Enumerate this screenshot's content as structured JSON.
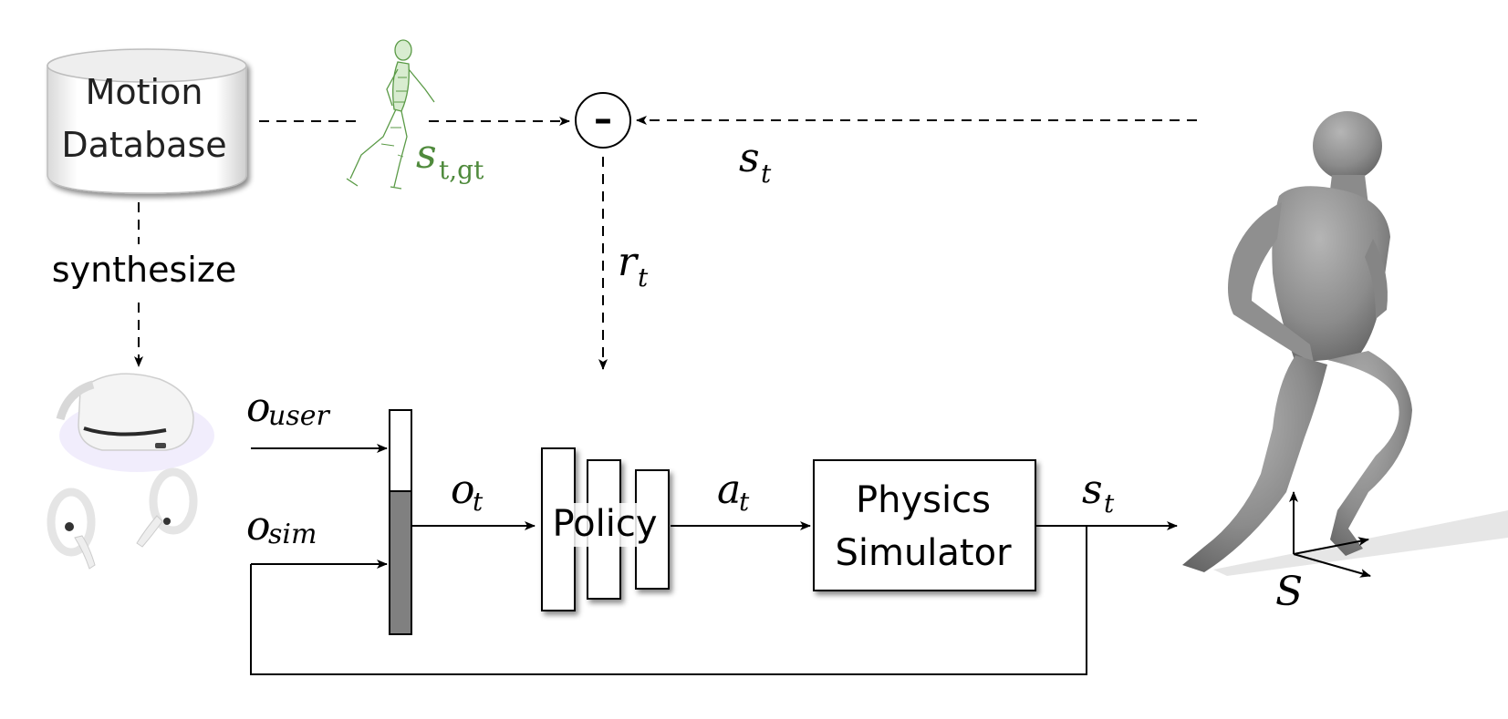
{
  "database": {
    "line1": "Motion",
    "line2": "Database"
  },
  "synthesize_label": "synthesize",
  "gt_label": {
    "main": "s",
    "sub": "t,gt"
  },
  "state_feedback_label": {
    "main": "s",
    "sub": "t"
  },
  "minus_symbol": "–",
  "reward_label": {
    "main": "r",
    "sub": "t"
  },
  "obs_user_label": {
    "main": "o",
    "sub": "user"
  },
  "obs_sim_label": {
    "main": "o",
    "sub": "sim"
  },
  "obs_label": {
    "main": "o",
    "sub": "t"
  },
  "policy_label": "Policy",
  "action_label": {
    "main": "a",
    "sub": "t"
  },
  "simulator": {
    "line1": "Physics",
    "line2": "Simulator"
  },
  "state_out_label": {
    "main": "s",
    "sub": "t"
  },
  "frame_label": "S",
  "colors": {
    "gt_green": "#4f8a3c",
    "line": "#000000",
    "body_gray": "#8a8a8a",
    "db_top": "#ececec"
  }
}
